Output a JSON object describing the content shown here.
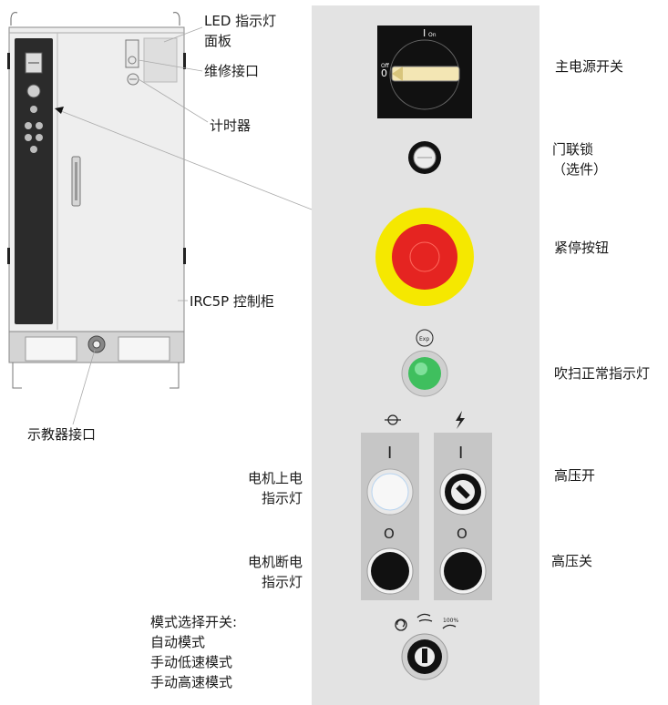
{
  "cabinet_callouts": {
    "led_panel": [
      "LED 指示灯",
      "面板"
    ],
    "service_port": "维修接口",
    "timer": "计时器",
    "controller": "IRC5P 控制柜",
    "teach_port": "示教器接口"
  },
  "panel_labels": {
    "main_switch": "主电源开关",
    "door_interlock": [
      "门联锁",
      "（选件）"
    ],
    "emergency_stop": "紧停按钮",
    "purge_lamp": "吹扫正常指示灯",
    "hv_on": "高压开",
    "hv_off": "高压关",
    "motor_on_lamp": [
      "电机上电",
      "指示灯"
    ],
    "motor_off_lamp": [
      "电机断电",
      "指示灯"
    ],
    "mode_switch": [
      "模式选择开关:",
      "自动模式",
      "手动低速模式",
      "手动高速模式"
    ]
  },
  "switch_marks": {
    "on_symbol": "I",
    "on_text": "On",
    "off_text": "Off",
    "off_symbol": "0",
    "exp": "Exp",
    "on_bar": "I",
    "off_ring": "O",
    "speed_100": "100%"
  },
  "colors": {
    "panel_bg": "#e3e3e3",
    "estop_ring": "#f5e800",
    "estop_button": "#e52421",
    "purge_lamp": "#3fbf5e",
    "switch_body": "#111111"
  },
  "icons": [
    "motor-icon",
    "lightning-icon",
    "auto-mode-icon",
    "manual-hand-icon",
    "manual-hand-100-icon"
  ]
}
